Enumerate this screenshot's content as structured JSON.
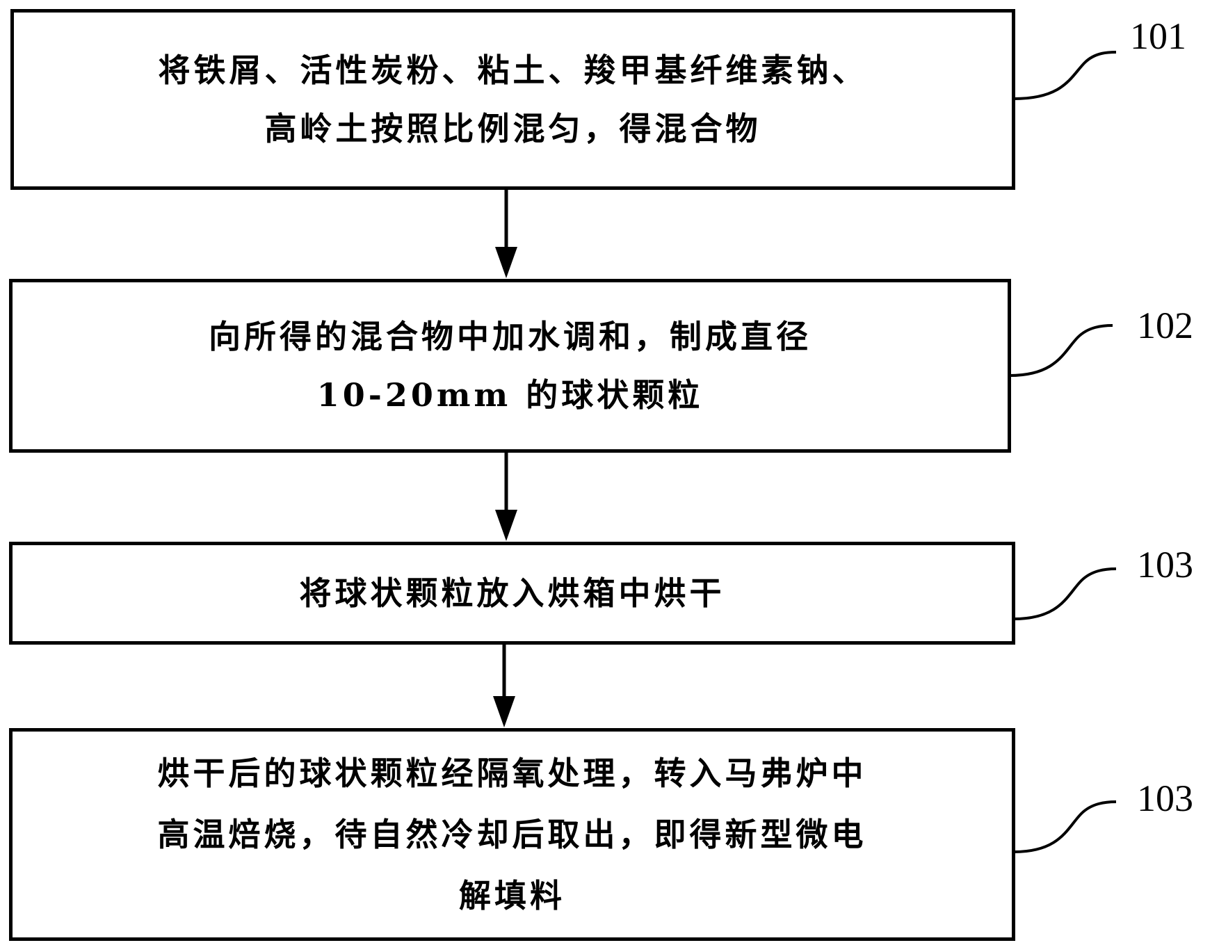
{
  "flowchart": {
    "steps": [
      {
        "label": "101",
        "text": "将铁屑、活性炭粉、粘土、羧甲基纤维素钠、\n高岭土按照比例混匀，得混合物"
      },
      {
        "label": "102",
        "text": "向所得的混合物中加水调和，制成直径\n10-20mm 的球状颗粒"
      },
      {
        "label": "103",
        "text": "将球状颗粒放入烘箱中烘干"
      },
      {
        "label": "103",
        "text": "烘干后的球状颗粒经隔氧处理，转入马弗炉中\n高温焙烧，待自然冷却后取出，即得新型微电\n解填料"
      }
    ]
  },
  "colors": {
    "line": "#000000",
    "background": "#ffffff"
  }
}
